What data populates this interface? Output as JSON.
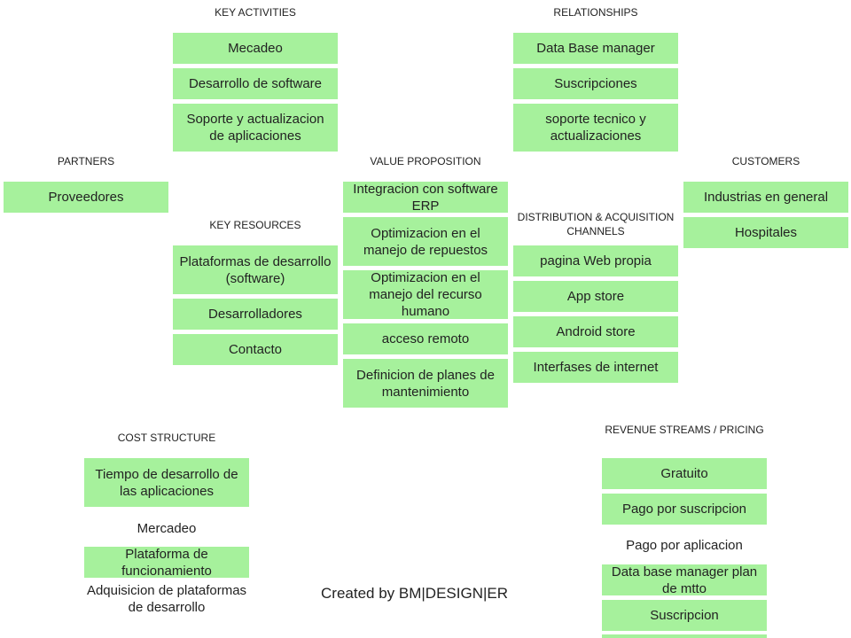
{
  "colors": {
    "box": "#a6f19c",
    "text": "#222222",
    "background": "#ffffff"
  },
  "key_activities": {
    "title": "KEY ACTIVITIES",
    "items": [
      "Mecadeo",
      "Desarrollo de software",
      "Soporte y actualizacion de aplicaciones"
    ]
  },
  "relationships": {
    "title": "RELATIONSHIPS",
    "items": [
      "Data Base manager",
      "Suscripciones",
      "soporte tecnico y actualizaciones"
    ]
  },
  "partners": {
    "title": "PARTNERS",
    "items": [
      "Proveedores"
    ]
  },
  "value_proposition": {
    "title": "VALUE PROPOSITION",
    "items": [
      "Integracion con software ERP",
      "Optimizacion en el manejo de repuestos",
      "Optimizacion en el manejo del recurso humano",
      "acceso remoto",
      "Definicion  de planes de mantenimiento"
    ]
  },
  "customers": {
    "title": "CUSTOMERS",
    "items": [
      "Industrias en general",
      "Hospitales"
    ]
  },
  "key_resources": {
    "title": "KEY RESOURCES",
    "items": [
      "Plataformas de desarrollo (software)",
      "Desarrolladores",
      "Contacto"
    ]
  },
  "distribution": {
    "title": "DISTRIBUTION  &  ACQUISITION  CHANNELS",
    "items": [
      "pagina Web propia",
      "App store",
      "Android store",
      "Interfases de internet"
    ]
  },
  "cost_structure": {
    "title": "COST  STRUCTURE",
    "items": [
      "Tiempo de desarrollo de las aplicaciones",
      "Mercadeo",
      "Plataforma de funcionamiento",
      "Adquisicion de plataformas de desarrollo"
    ]
  },
  "revenue_streams": {
    "title": "REVENUE  STREAMS  /  PRICING",
    "items": [
      "Gratuito",
      "Pago por suscripcion",
      "Pago por aplicacion",
      "Data base manager plan de mtto",
      "Suscripcion",
      ""
    ]
  },
  "footer": {
    "credit": "Created by BM|DESIGN|ER"
  }
}
